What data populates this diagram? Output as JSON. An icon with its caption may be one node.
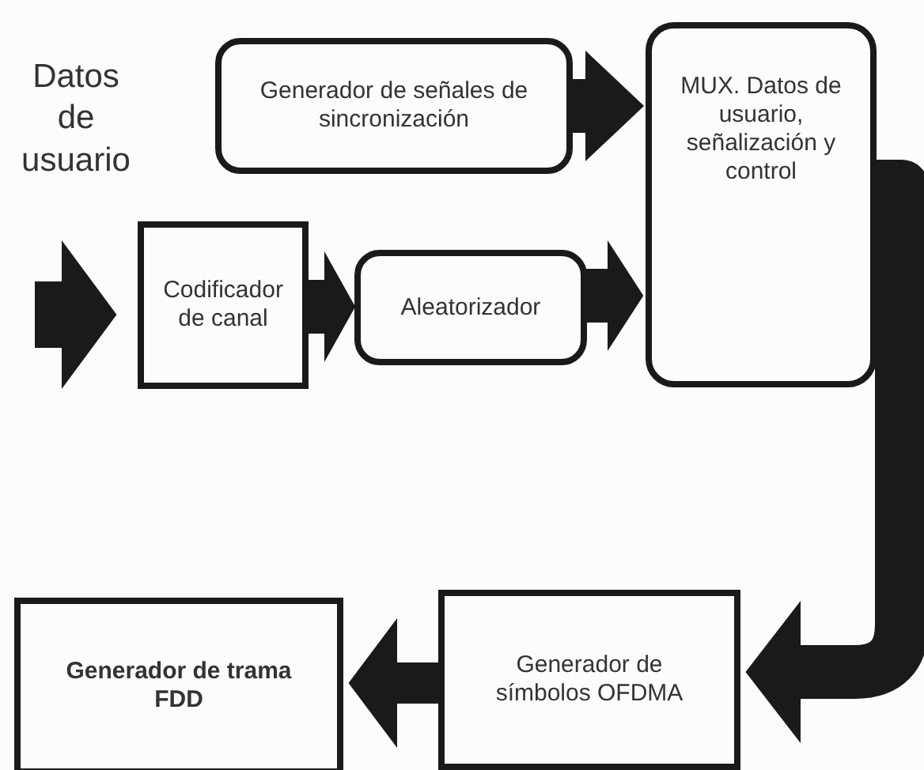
{
  "diagram": {
    "nodes": [
      {
        "text": [
          "Generador de señales de sincronización"
        ]
      },
      {
        "text": [
          "MUX. Datos de usuario, señalización y control"
        ]
      },
      {
        "text": [
          "Codificador de canal"
        ]
      },
      {
        "text": [
          "Aleatorizador"
        ]
      },
      {
        "text": [
          "Generador de símbolos OFDMA"
        ]
      },
      {
        "text": [
          "Generador de trama FDD"
        ]
      }
    ],
    "edges": [
      {
        "from": null,
        "to": 2,
        "arrow": "to"
      },
      {
        "from": 2,
        "to": 3,
        "arrow": "to"
      },
      {
        "from": 3,
        "to": 1,
        "arrow": "to"
      },
      {
        "from": 0,
        "to": 1,
        "arrow": "to"
      },
      {
        "from": 1,
        "to": 4,
        "arrow": "to"
      },
      {
        "from": 4,
        "to": 5,
        "arrow": "to"
      }
    ],
    "labels": [
      "Datos de usuario"
    ]
  }
}
